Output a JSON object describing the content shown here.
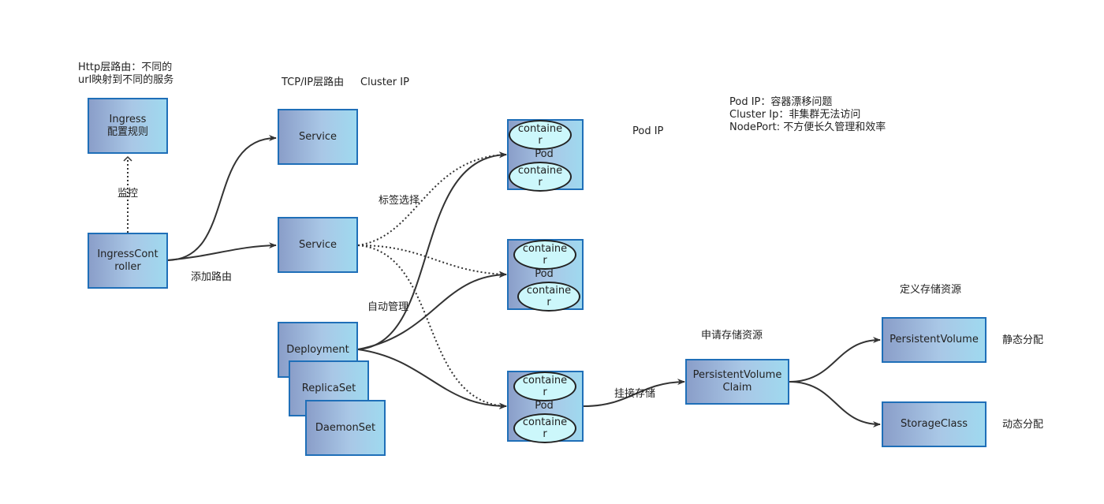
{
  "nodes": {
    "ingress": "Ingress\n配置规则",
    "ingress_controller": "IngressCont\nroller",
    "service_top": "Service",
    "service_mid": "Service",
    "deployment": "Deployment",
    "replicaset": "ReplicaSet",
    "daemonset": "DaemonSet",
    "pvc": "PersistentVolume\nClaim",
    "pv": "PersistentVolume",
    "storageclass": "StorageClass"
  },
  "pods": [
    {
      "label": "Pod",
      "container_top": "containe\nr",
      "container_bottom": "containe\nr"
    },
    {
      "label": "Pod",
      "container_top": "containe\nr",
      "container_bottom": "containe\nr"
    },
    {
      "label": "Pod",
      "container_top": "containe\nr",
      "container_bottom": "containe\nr"
    }
  ],
  "labels": {
    "http_routing": "Http层路由：不同的\nurl映射到不同的服务",
    "tcp_routing": "TCP/IP层路由",
    "cluster_ip": "Cluster IP",
    "monitor": "监控",
    "add_route": "添加路由",
    "label_select": "标签选择",
    "auto_manage": "自动管理",
    "pod_ip": "Pod IP",
    "notes": "Pod IP：容器漂移问题\nCluster Ip：非集群无法访问\nNodePort: 不方便长久管理和效率",
    "mount_storage": "挂接存储",
    "request_storage": "申请存储资源",
    "define_storage": "定义存储资源",
    "static_alloc": "静态分配",
    "dynamic_alloc": "动态分配"
  },
  "colors": {
    "box_border": "#1f6fb8",
    "container_fill": "#ccf7fb",
    "edge": "#333333"
  }
}
